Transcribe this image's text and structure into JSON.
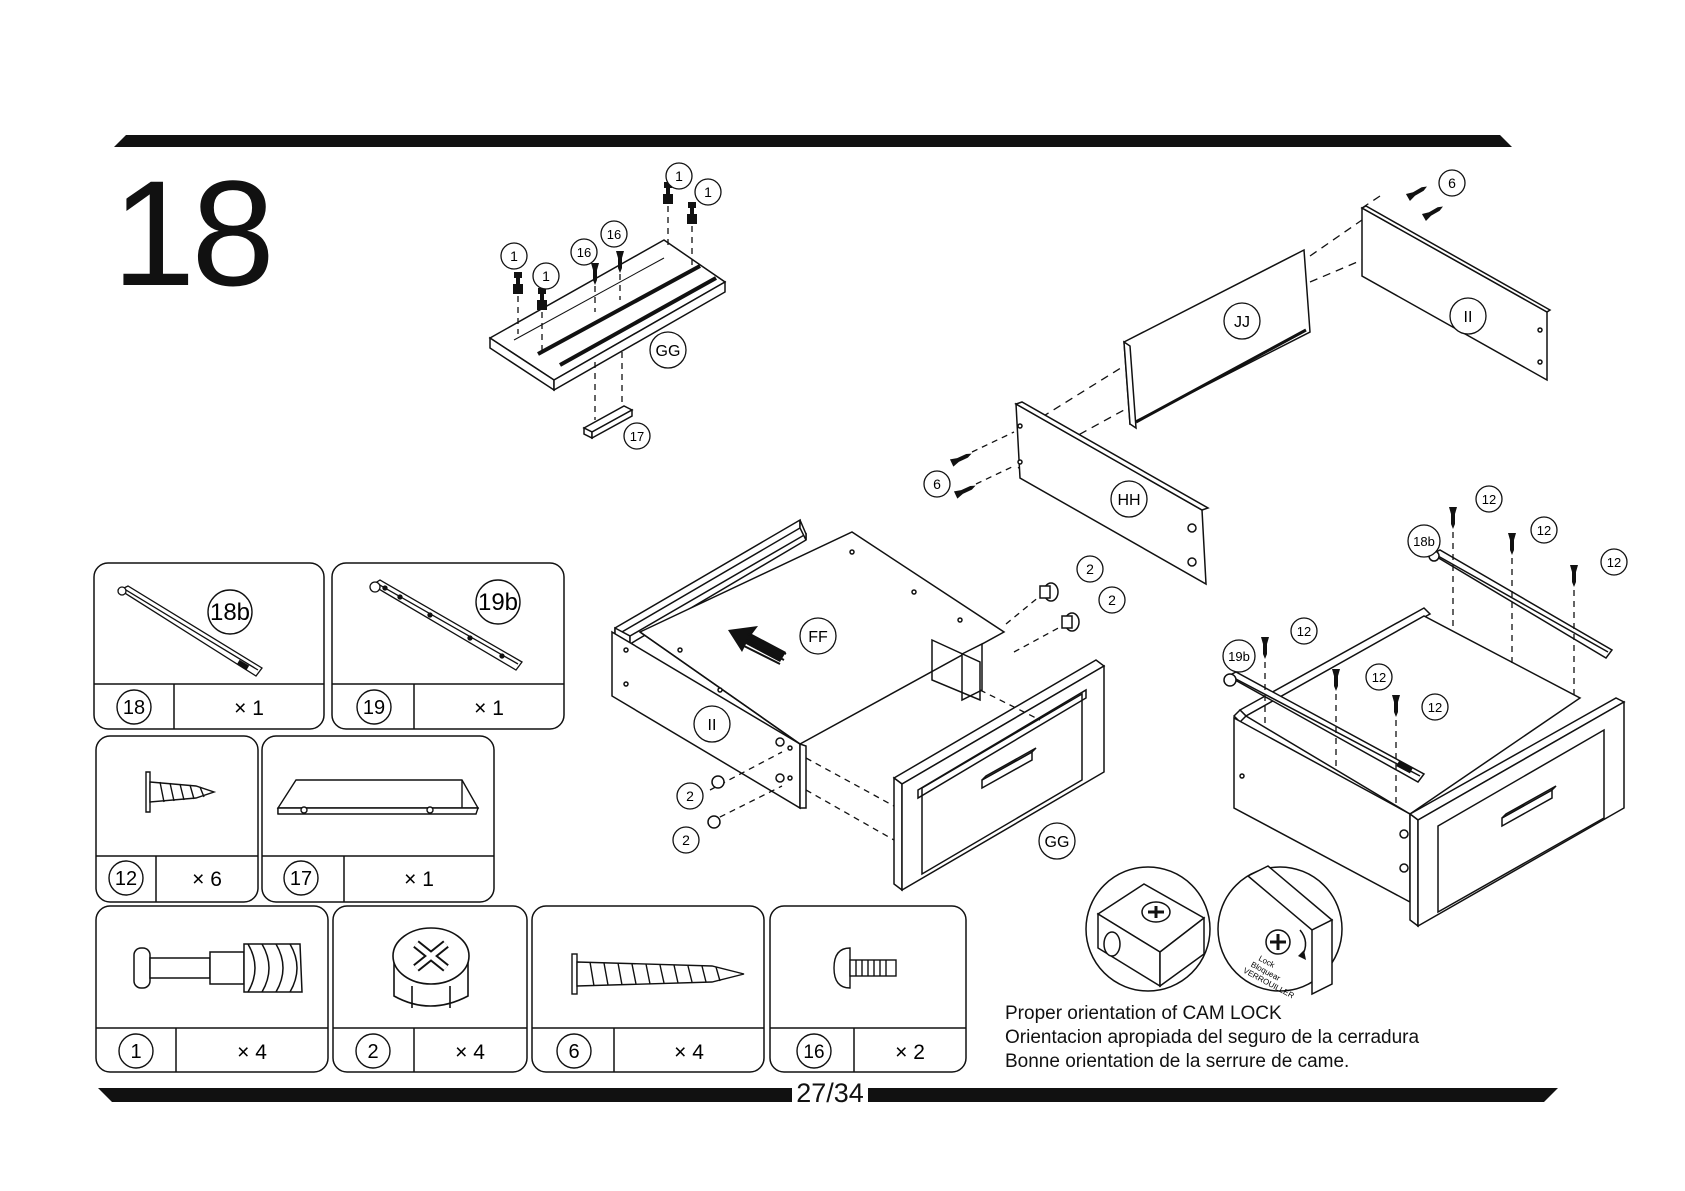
{
  "step": "18",
  "page_number": "27/34",
  "cam_lock_note": [
    "Proper orientation of CAM LOCK",
    "Orientacion apropiada del seguro de la cerradura",
    "Bonne orientation de la serrure de came."
  ],
  "cam_lock_label": [
    "Lock",
    "Bloquear",
    "VERROUILLER"
  ],
  "hardware": [
    {
      "id": "18",
      "qty": "× 1",
      "label": "18b",
      "icon": "drawer-slide-icon"
    },
    {
      "id": "19",
      "qty": "× 1",
      "label": "19b",
      "icon": "cabinet-slide-icon"
    },
    {
      "id": "12",
      "qty": "× 6",
      "icon": "short-screw-icon"
    },
    {
      "id": "17",
      "qty": "× 1",
      "icon": "handle-bar-icon"
    },
    {
      "id": "1",
      "qty": "× 4",
      "icon": "cam-bolt-icon"
    },
    {
      "id": "2",
      "qty": "× 4",
      "icon": "cam-lock-icon"
    },
    {
      "id": "6",
      "qty": "× 4",
      "icon": "long-screw-icon"
    },
    {
      "id": "16",
      "qty": "× 2",
      "icon": "small-bolt-icon"
    }
  ],
  "callouts": {
    "p1": "1",
    "p2": "2",
    "p6": "6",
    "p12": "12",
    "p16": "16",
    "p17": "17",
    "p18b": "18b",
    "p19b": "19b",
    "FF": "FF",
    "GG": "GG",
    "HH": "HH",
    "II": "II",
    "JJ": "JJ"
  }
}
